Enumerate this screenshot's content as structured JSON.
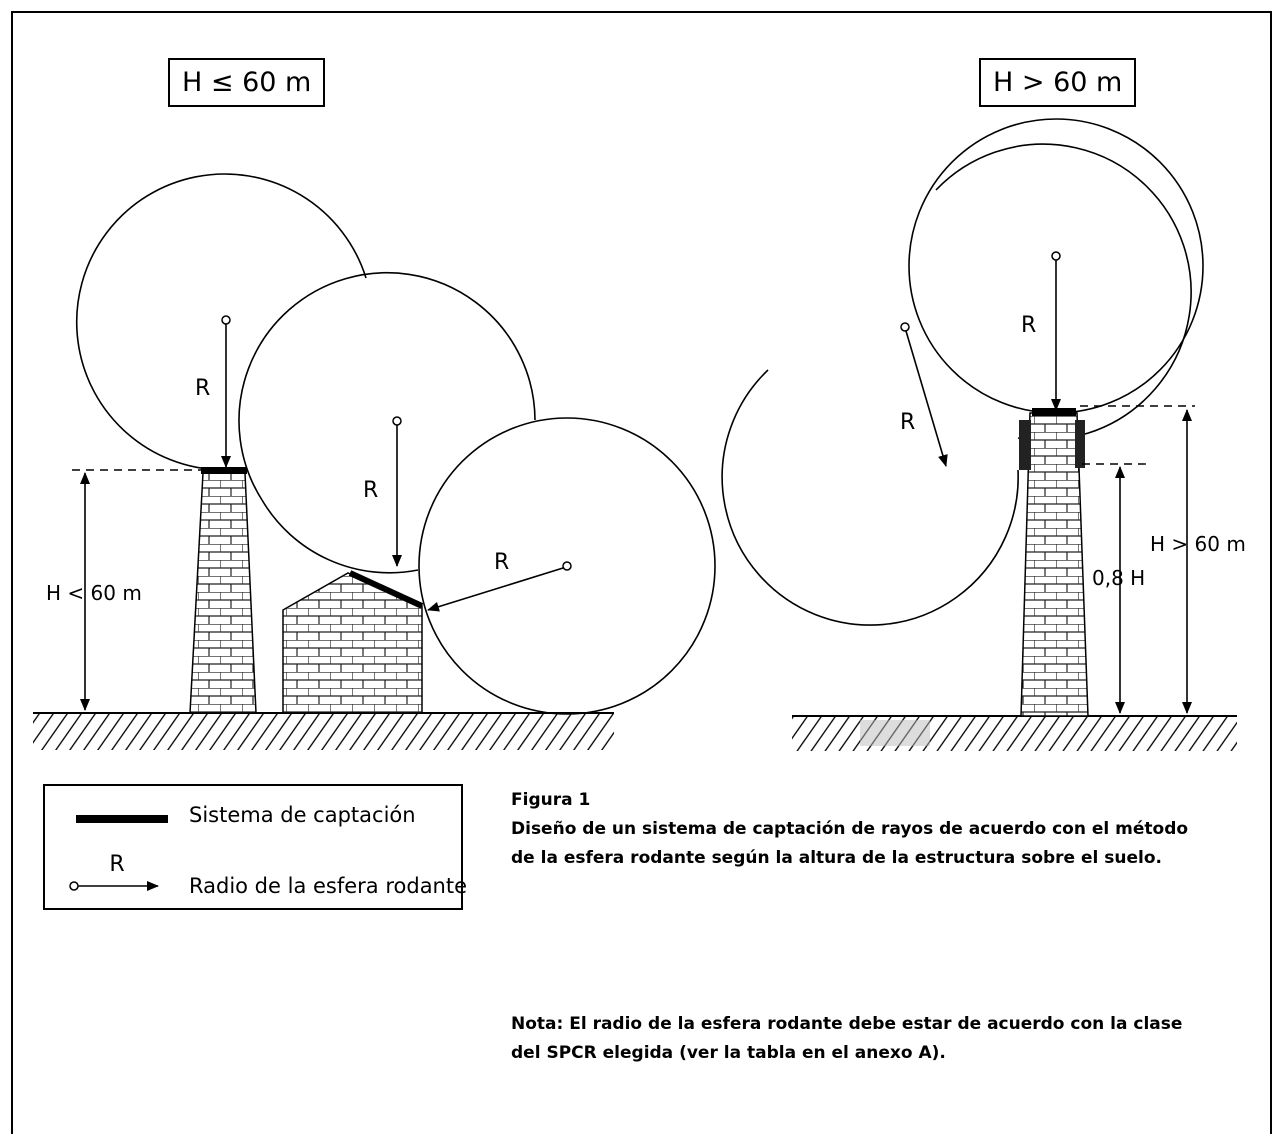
{
  "left_panel": {
    "title": "H ≤ 60 m",
    "radius_labels": [
      "R",
      "R",
      "R"
    ],
    "height_label": "H < 60 m"
  },
  "right_panel": {
    "title": "H > 60 m",
    "radius_labels": [
      "R",
      "R"
    ],
    "inner_height_label": "0,8 H",
    "outer_height_label": "H > 60 m"
  },
  "legend": {
    "air_termination_label": "Sistema de captación",
    "arrow_label": "R",
    "radius_label": "Radio de la esfera rodante"
  },
  "caption": {
    "figure_label": "Figura 1",
    "line1": "Diseño de un sistema de captación de rayos de acuerdo con el método",
    "line2": "de la esfera rodante según la altura de la estructura sobre el suelo."
  },
  "note": {
    "line1": "Nota: El radio de la esfera rodante debe estar de acuerdo con la clase",
    "line2": "del SPCR elegida (ver la tabla en el anexo A)."
  }
}
